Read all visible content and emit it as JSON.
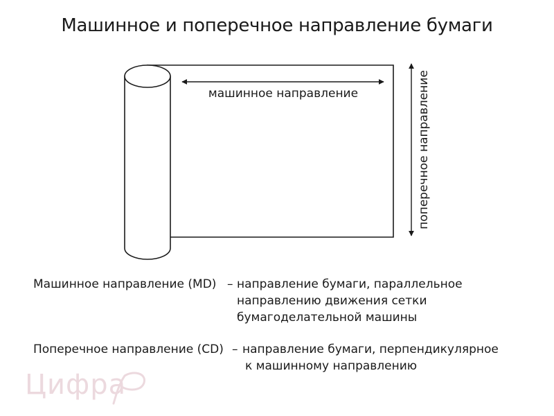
{
  "title": "Машинное и поперечное направление бумаги",
  "diagram": {
    "md_label": "машинное направление",
    "cd_label": "поперечное направление"
  },
  "definitions": [
    {
      "term": "Машинное направление (MD)",
      "dash": "–",
      "lines": [
        "направление бумаги, параллельное",
        "направлению движения сетки",
        "бумагоделательной машины"
      ]
    },
    {
      "term": "Поперечное направление (CD)",
      "dash": "–",
      "lines": [
        "направление бумаги, перпендикулярное",
        "к машинному направлению"
      ]
    }
  ],
  "logo": {
    "text": "Цифра"
  },
  "colors": {
    "ink": "#1a1a1a",
    "logo": "#ecd9de"
  }
}
